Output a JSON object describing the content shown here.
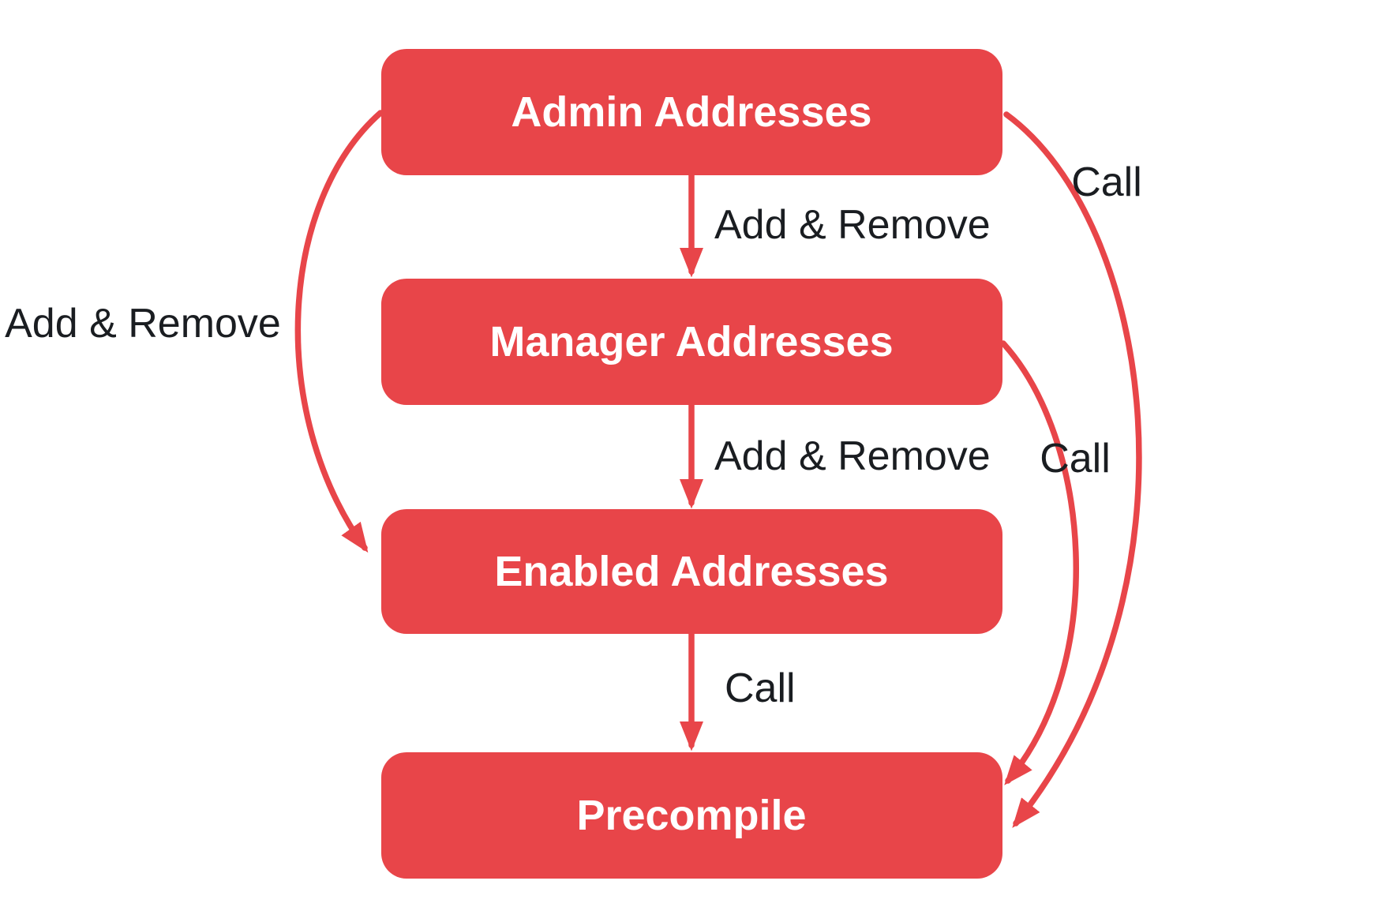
{
  "diagram": {
    "type": "flowchart",
    "background": "#ffffff",
    "colors": {
      "node_fill": "#e84549",
      "node_text": "#ffffff",
      "edge_stroke": "#e84549",
      "label_text": "#1a1d21"
    },
    "nodes": [
      {
        "id": "admin",
        "label": "Admin Addresses"
      },
      {
        "id": "manager",
        "label": "Manager Addresses"
      },
      {
        "id": "enabled",
        "label": "Enabled Addresses"
      },
      {
        "id": "precompile",
        "label": "Precompile"
      }
    ],
    "edges": [
      {
        "from": "admin",
        "to": "manager",
        "label": "Add & Remove",
        "shape": "straight-down"
      },
      {
        "from": "manager",
        "to": "enabled",
        "label": "Add & Remove",
        "shape": "straight-down"
      },
      {
        "from": "enabled",
        "to": "precompile",
        "label": "Call",
        "shape": "straight-down"
      },
      {
        "from": "admin",
        "to": "enabled",
        "label": "Add & Remove",
        "shape": "curve-left"
      },
      {
        "from": "admin",
        "to": "precompile",
        "label": "Call",
        "shape": "curve-right-outer"
      },
      {
        "from": "manager",
        "to": "precompile",
        "label": "Call",
        "shape": "curve-right-inner"
      }
    ]
  }
}
